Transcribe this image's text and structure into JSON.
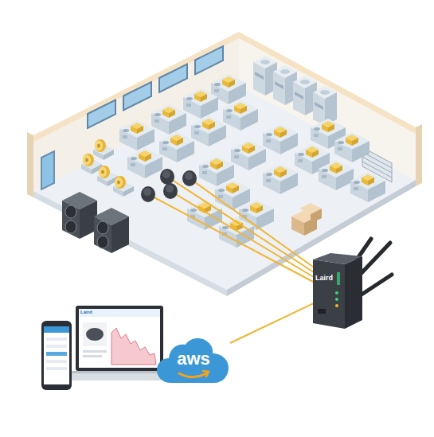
{
  "diagram": {
    "nodes": [
      {
        "text": [
          "Laird"
        ]
      },
      {
        "text": [
          "aws"
        ]
      }
    ],
    "edges": [
      {
        "from": 0,
        "to": 1,
        "arrow": "none"
      }
    ],
    "labels": [
      "Laird"
    ]
  }
}
